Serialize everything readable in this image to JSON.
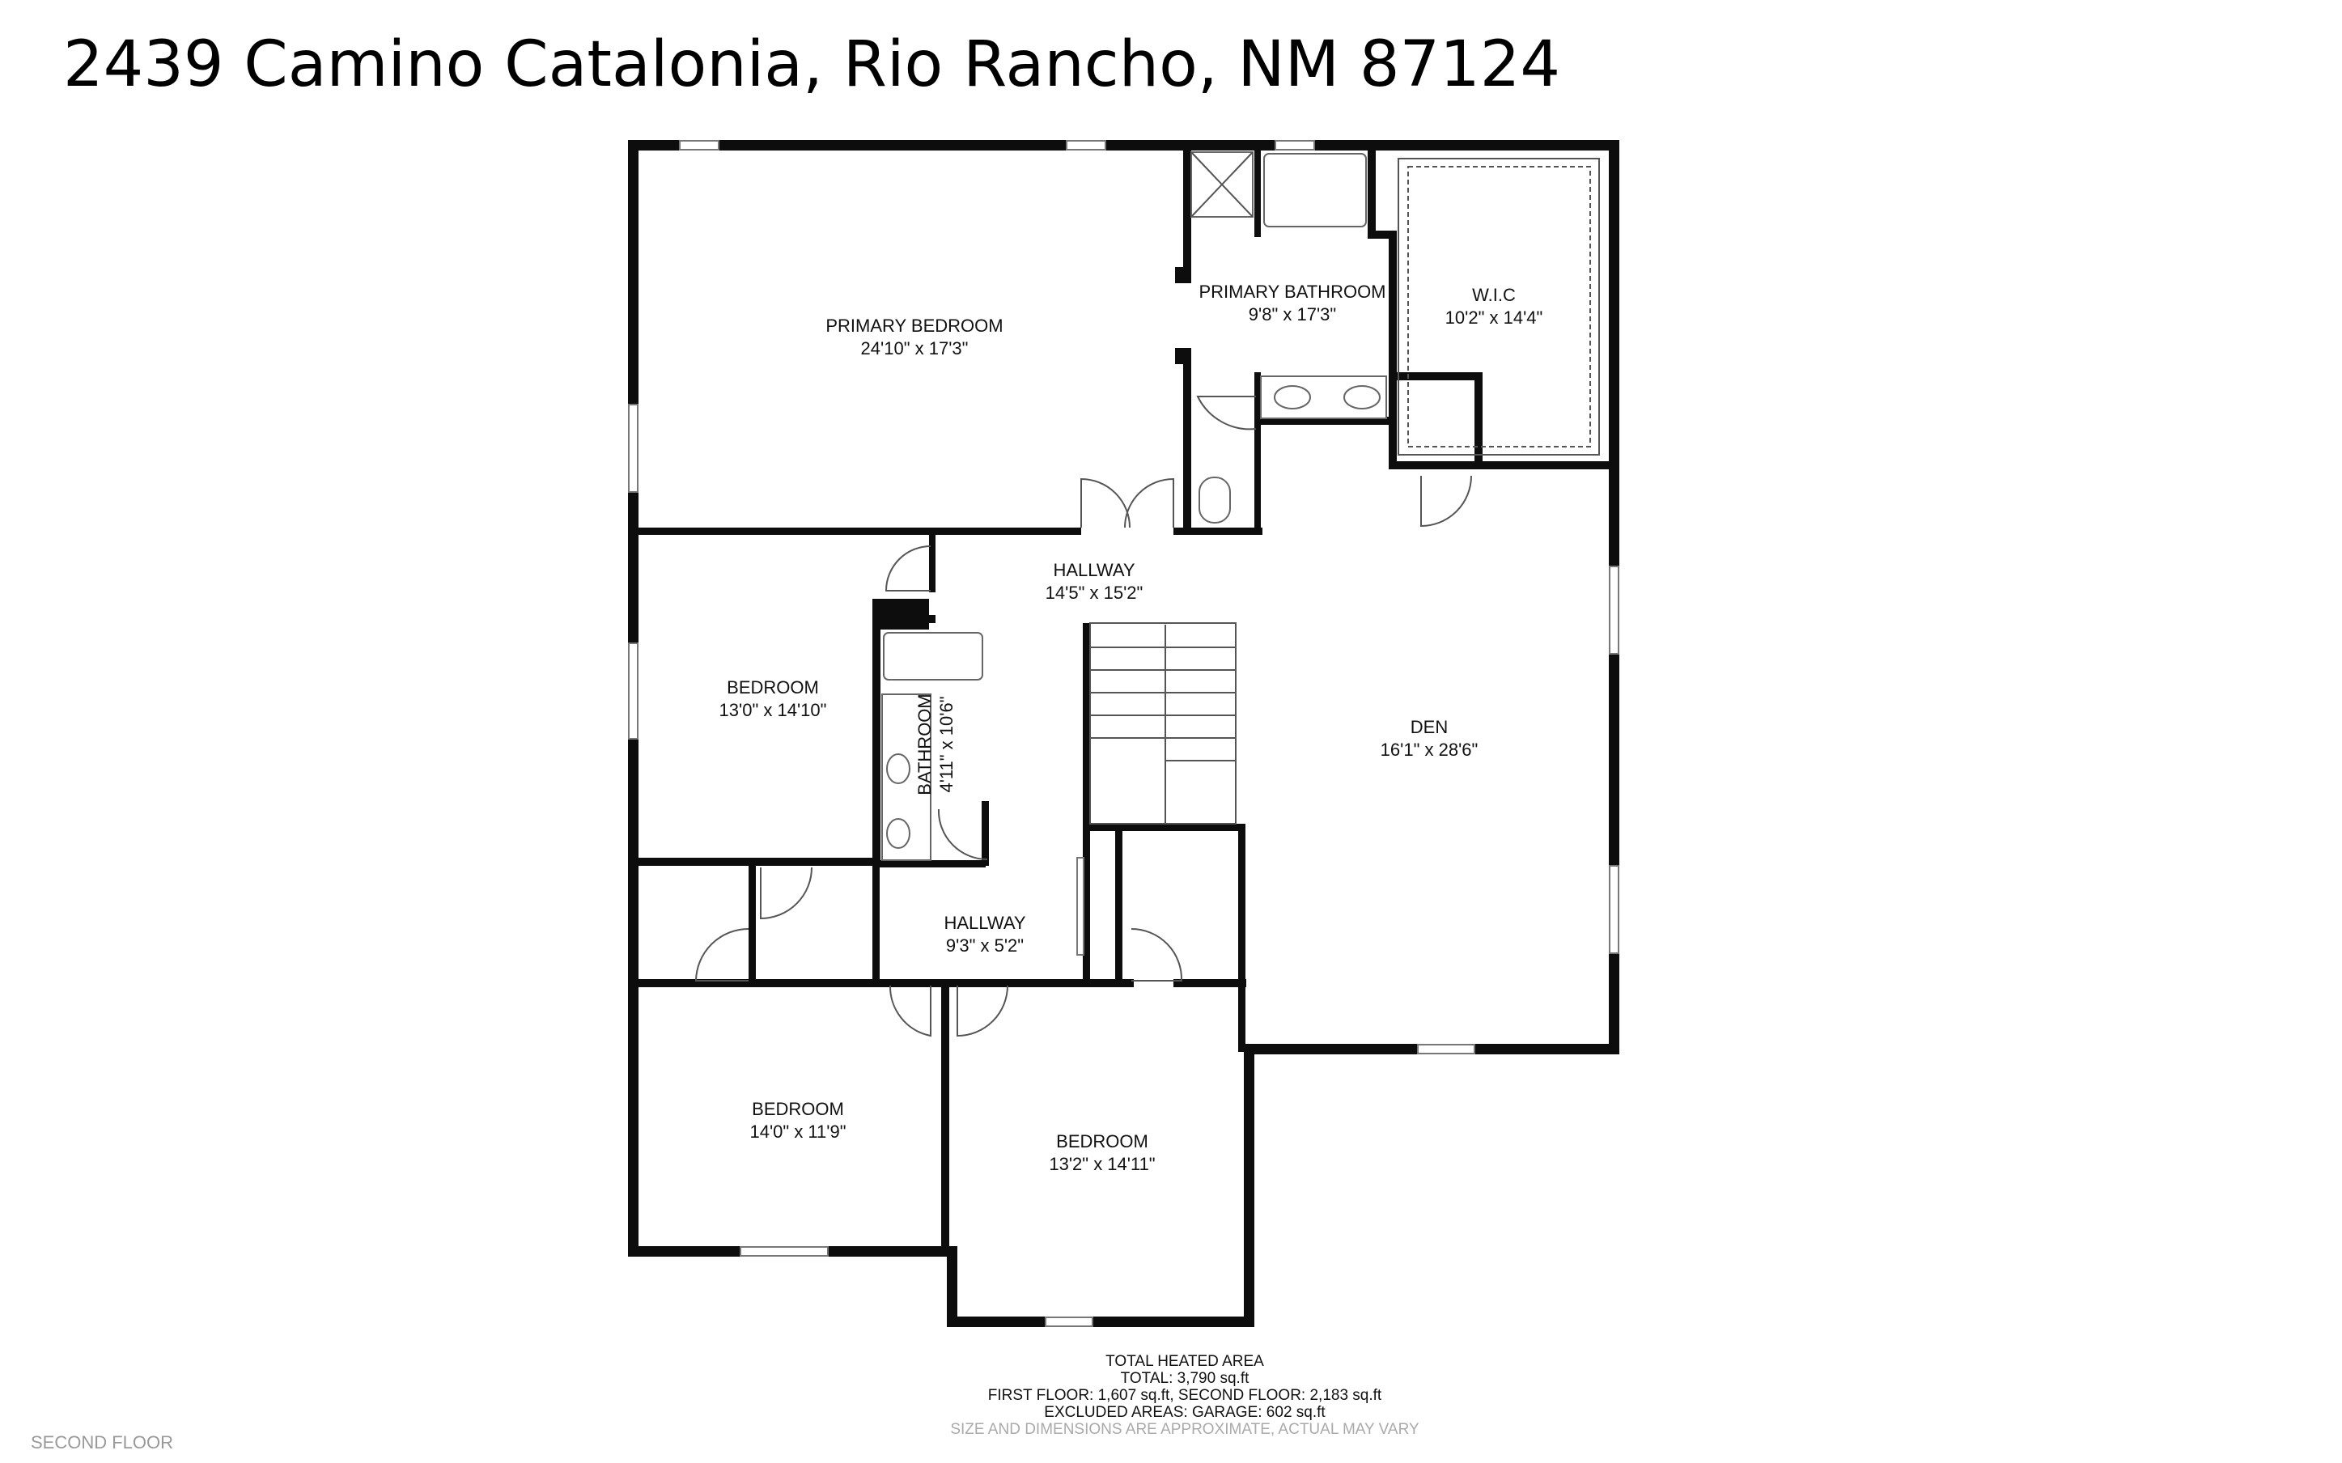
{
  "title": "2439 Camino Catalonia, Rio Rancho, NM 87124",
  "floor_label": "SECOND FLOOR",
  "rooms": [
    {
      "name": "PRIMARY BEDROOM",
      "size": "24'10\" x 17'3\""
    },
    {
      "name": "PRIMARY BATHROOM",
      "size": "9'8\" x 17'3\""
    },
    {
      "name": "W.I.C",
      "size": "10'2\" x 14'4\""
    },
    {
      "name": "HALLWAY",
      "size": "14'5\" x 15'2\""
    },
    {
      "name": "BEDROOM",
      "size": "13'0\" x 14'10\""
    },
    {
      "name": "BATHROOM",
      "size": "4'11\" x 10'6\""
    },
    {
      "name": "DEN",
      "size": "16'1\" x 28'6\""
    },
    {
      "name": "HALLWAY",
      "size": "9'3\" x 5'2\""
    },
    {
      "name": "BEDROOM",
      "size": "14'0\" x 11'9\""
    },
    {
      "name": "BEDROOM",
      "size": "13'2\" x 14'11\""
    }
  ],
  "area_summary": {
    "heading": "TOTAL HEATED AREA",
    "total": "TOTAL: 3,790 sq.ft",
    "floors": "FIRST FLOOR: 1,607 sq.ft, SECOND FLOOR: 2,183 sq.ft",
    "excluded": "EXCLUDED AREAS: GARAGE: 602 sq.ft",
    "disclaimer": "SIZE AND DIMENSIONS ARE APPROXIMATE, ACTUAL MAY VARY"
  }
}
